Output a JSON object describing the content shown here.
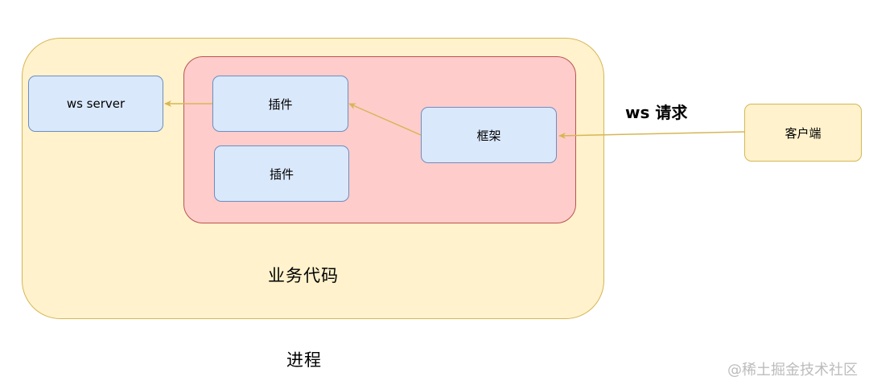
{
  "process": {
    "label": "进程"
  },
  "business_code": {
    "label": "业务代码"
  },
  "nodes": {
    "ws_server": "ws server",
    "plugin_1": "插件",
    "plugin_2": "插件",
    "framework": "框架",
    "client": "客户端"
  },
  "edges": {
    "client_to_framework": "ws 请求"
  },
  "watermark": "@稀土掘金技术社区",
  "colors": {
    "process_fill": "#fff2cc",
    "process_stroke": "#d6b656",
    "business_fill": "#ffcccc",
    "business_stroke": "#b85450",
    "node_fill": "#dae8fc",
    "node_stroke": "#6c8ebf",
    "arrow": "#d6b656"
  }
}
